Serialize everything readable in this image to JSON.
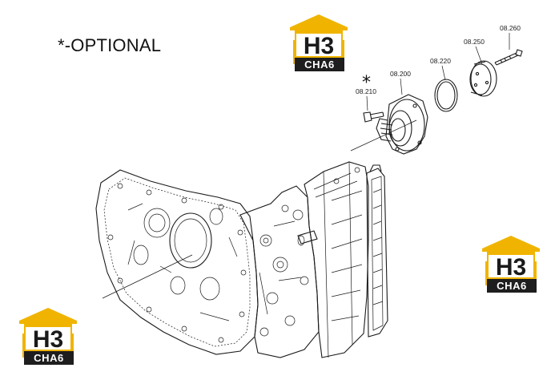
{
  "note": "*-OPTIONAL",
  "optional_marker": "*",
  "parts": [
    {
      "label": "08.260"
    },
    {
      "label": "08.250"
    },
    {
      "label": "08.220"
    },
    {
      "label": "08.200"
    },
    {
      "label": "08.210"
    }
  ],
  "logo": {
    "mark": "H3",
    "sub": "CHA6",
    "colors": {
      "roof": "#f0b400",
      "panel": "#1e1e1e",
      "text_dark": "#1a1a1a"
    }
  }
}
